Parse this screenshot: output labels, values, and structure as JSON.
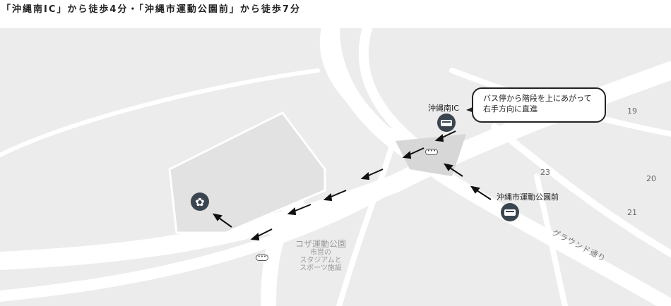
{
  "title": "「沖縄南IC」から徒歩4分・「沖縄市運動公園前」から徒歩7分",
  "map": {
    "bubble": {
      "line1": "バス停から階段を上にあがって",
      "line2": "右手方向に直進"
    },
    "bus_stops": [
      {
        "name": "沖縄南IC",
        "icon": "bus-icon"
      },
      {
        "name": "沖縄市運動公園前",
        "icon": "bus-icon"
      }
    ],
    "park": {
      "name": "コザ運動公園",
      "sub1": "市営の",
      "sub2": "スタジアムと",
      "sub3": "スポーツ施設"
    },
    "road_name": "グラウンド通り",
    "block_numbers": [
      "19",
      "20",
      "21",
      "23"
    ],
    "destination_icon": "flower-logo-icon"
  }
}
